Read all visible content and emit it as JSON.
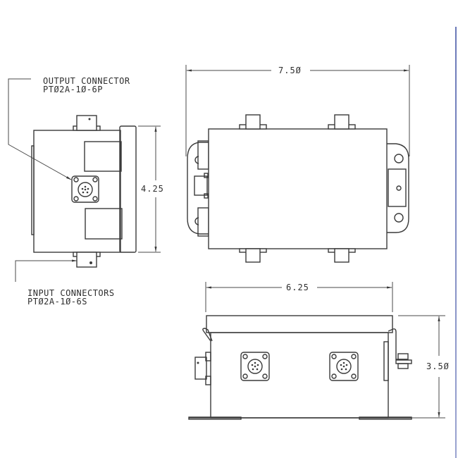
{
  "drawing": {
    "callouts": {
      "output": {
        "title": "OUTPUT CONNECTOR",
        "part": "PTØ2A-1Ø-6P"
      },
      "input": {
        "title": "INPUT CONNECTORS",
        "part": "PTØ2A-1Ø-6S"
      }
    },
    "dimensions": {
      "side_height": "4.25",
      "top_width": "7.5Ø",
      "front_width": "6.25",
      "front_height": "3.5Ø"
    },
    "views": [
      "side-view",
      "top-view",
      "front-view"
    ],
    "units": "inches"
  },
  "colors": {
    "line": "#3a3a3a",
    "background": "#ffffff",
    "edge": "#6a78b8"
  }
}
